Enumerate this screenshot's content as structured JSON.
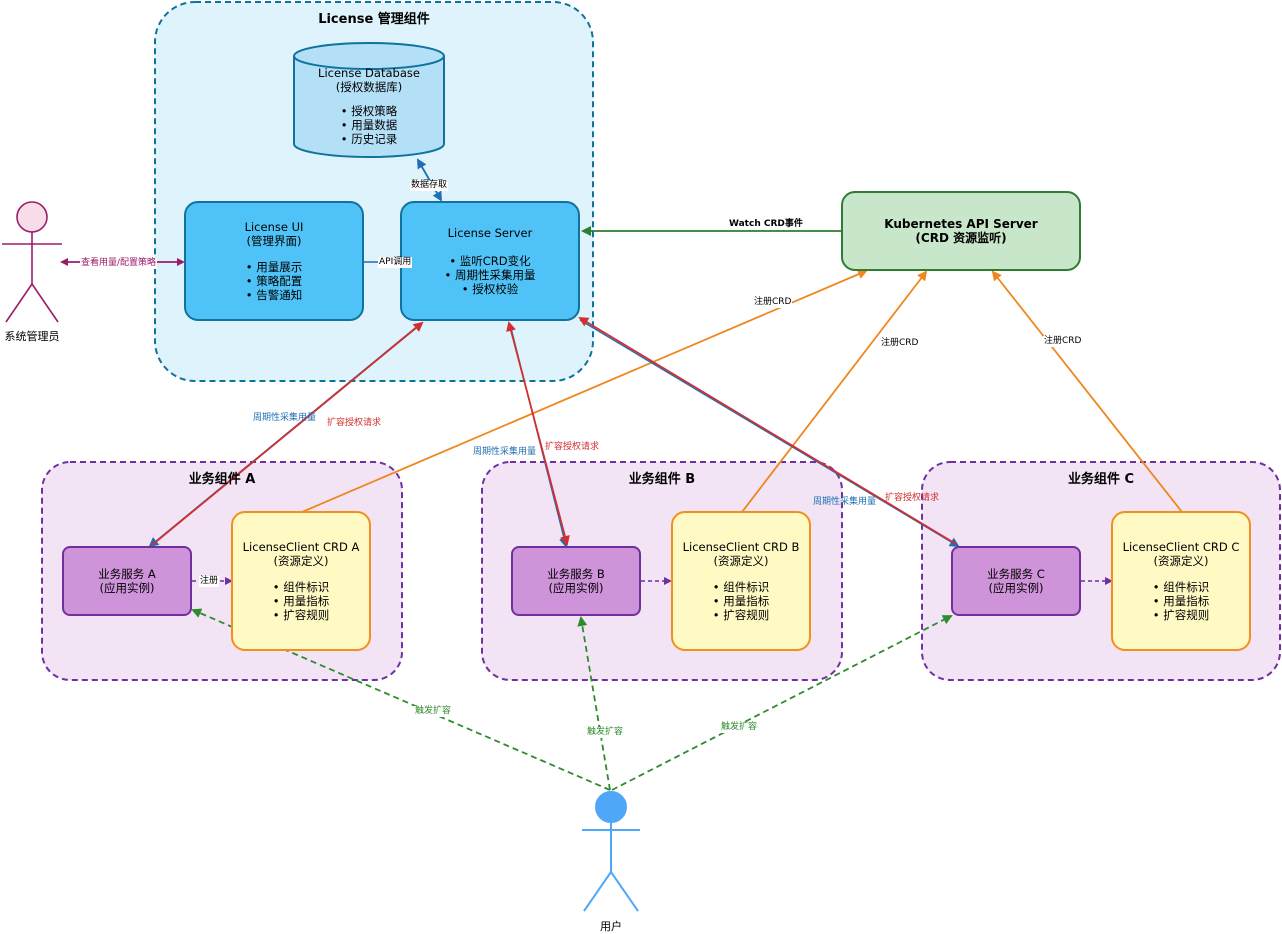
{
  "groups": {
    "license": {
      "title": "License 管理组件"
    },
    "a": {
      "title": "业务组件 A"
    },
    "b": {
      "title": "业务组件 B"
    },
    "c": {
      "title": "业务组件 C"
    }
  },
  "nodes": {
    "database": {
      "title": "License Database",
      "subtitle": "(授权数据库)",
      "items": [
        "授权策略",
        "用量数据",
        "历史记录"
      ]
    },
    "ui": {
      "title": "License UI",
      "subtitle": "(管理界面)",
      "items": [
        "用量展示",
        "策略配置",
        "告警通知"
      ]
    },
    "server": {
      "title": "License Server",
      "items": [
        "监听CRD变化",
        "周期性采集用量",
        "授权校验"
      ]
    },
    "k8s": {
      "title": "Kubernetes API Server",
      "subtitle": "(CRD 资源监听)"
    },
    "svc_a": {
      "title": "业务服务 A",
      "subtitle": "(应用实例)"
    },
    "crd_a": {
      "title": "LicenseClient CRD A",
      "subtitle": "(资源定义)",
      "items": [
        "组件标识",
        "用量指标",
        "扩容规则"
      ]
    },
    "svc_b": {
      "title": "业务服务 B",
      "subtitle": "(应用实例)"
    },
    "crd_b": {
      "title": "LicenseClient CRD B",
      "subtitle": "(资源定义)",
      "items": [
        "组件标识",
        "用量指标",
        "扩容规则"
      ]
    },
    "svc_c": {
      "title": "业务服务 C",
      "subtitle": "(应用实例)"
    },
    "crd_c": {
      "title": "LicenseClient CRD C",
      "subtitle": "(资源定义)",
      "items": [
        "组件标识",
        "用量指标",
        "扩容规则"
      ]
    }
  },
  "actors": {
    "admin": {
      "label": "系统管理员"
    },
    "user": {
      "label": "用户"
    }
  },
  "edge_labels": {
    "admin_ui": "查看用量/配置策略",
    "api_call": "API调用",
    "data_access": "数据存取",
    "watch_crd": "Watch CRD事件",
    "register_a": "注册",
    "register_crd_a": "注册CRD",
    "register_crd_b": "注册CRD",
    "register_crd_c": "注册CRD",
    "collect_a": "周期性采集用量",
    "expand_a": "扩容授权请求",
    "collect_b": "周期性采集用量",
    "expand_b": "扩容授权请求",
    "collect_c": "周期性采集用量",
    "expand_c": "扩容授权请求",
    "trigger_a": "触发扩容",
    "trigger_b": "触发扩容",
    "trigger_c": "触发扩容"
  },
  "colors": {
    "license_group_border": "#10739e",
    "license_group_fill": "#dff3fc",
    "business_group_border": "#7030a0",
    "business_group_fill": "#f2e3f5",
    "db_fill": "#b3e0f7",
    "server_fill": "#4fc3f7",
    "k8s_fill": "#c8e6c9",
    "k8s_border": "#2e7d32",
    "svc_fill": "#ce93d8",
    "crd_fill": "#fff9c4",
    "crd_border": "#f0901e",
    "admin_arrow": "#9c1c6b",
    "collect_arrow": "#1f6fb2",
    "expand_arrow": "#d32f2f",
    "register_arrow": "#f0861e",
    "watch_arrow": "#2e7d32",
    "trigger_arrow": "#2e8b2e",
    "user_fill": "#4fa8f7"
  }
}
